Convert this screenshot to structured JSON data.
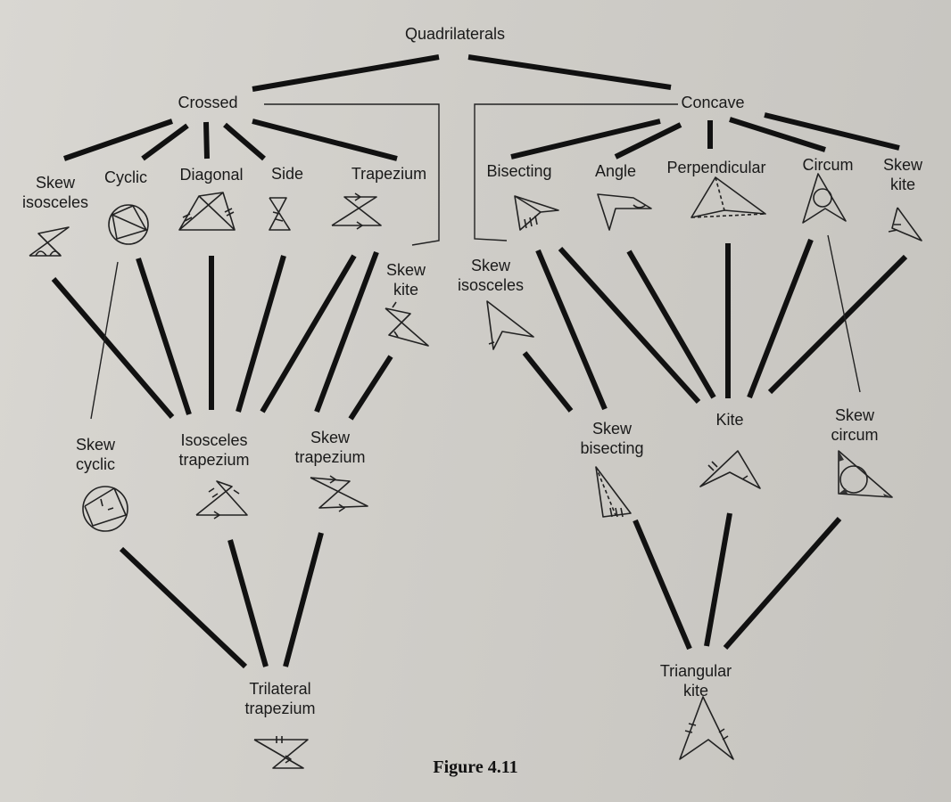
{
  "diagram": {
    "caption": "Figure 4.11",
    "nodes": {
      "quadrilaterals": "Quadrilaterals",
      "crossed": "Crossed",
      "concave": "Concave",
      "skew_isosceles_left": "Skew\nisosceles",
      "cyclic": "Cyclic",
      "diagonal": "Diagonal",
      "side": "Side",
      "trapezium": "Trapezium",
      "skew_kite_left": "Skew\nkite",
      "skew_isosceles_right": "Skew\nisosceles",
      "bisecting": "Bisecting",
      "angle": "Angle",
      "perpendicular": "Perpendicular",
      "circum": "Circum",
      "skew_kite_right": "Skew\nkite",
      "skew_cyclic": "Skew\ncyclic",
      "isosceles_trapezium": "Isosceles\ntrapezium",
      "skew_trapezium": "Skew\ntrapezium",
      "skew_bisecting": "Skew\nbisecting",
      "kite": "Kite",
      "skew_circum": "Skew\ncircum",
      "trilateral_trapezium": "Trilateral\ntrapezium",
      "triangular_kite": "Triangular\nkite"
    }
  }
}
